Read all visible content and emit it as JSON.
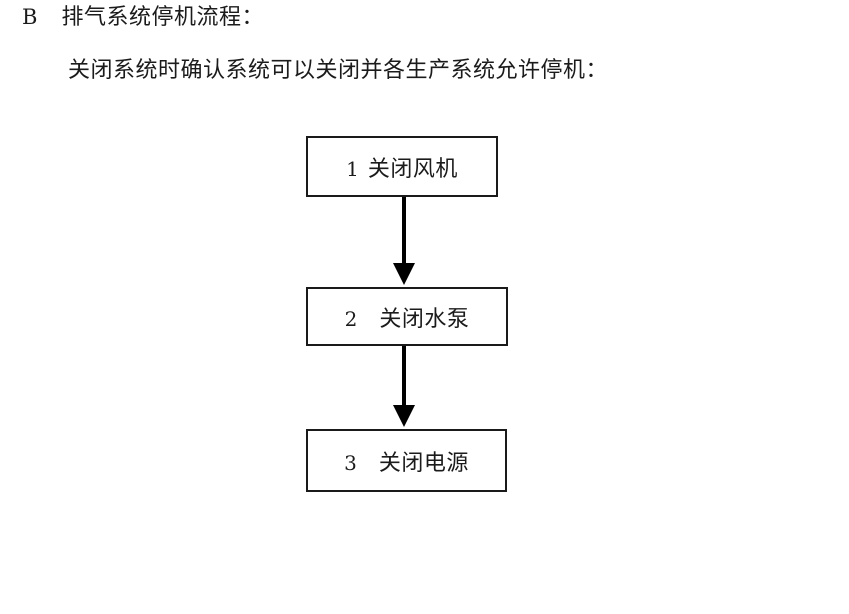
{
  "document": {
    "background_color": "#ffffff",
    "text_color": "#1b1b1b"
  },
  "heading": {
    "section_letter": "B",
    "title": "排气系统停机流程：",
    "subtitle": "关闭系统时确认系统可以关闭并各生产系统允许停机："
  },
  "flowchart": {
    "orientation": "vertical",
    "box_border_color": "#1a1a1a",
    "box_fill_color": "#ffffff",
    "arrow_color": "#000000",
    "steps": [
      {
        "number": "1",
        "label": "关闭风机"
      },
      {
        "number": "2",
        "label": "关闭水泵"
      },
      {
        "number": "3",
        "label": "关闭电源"
      }
    ],
    "connectors": [
      {
        "from": "1",
        "to": "2",
        "style": "solid-down-arrow"
      },
      {
        "from": "2",
        "to": "3",
        "style": "solid-down-arrow"
      }
    ]
  }
}
